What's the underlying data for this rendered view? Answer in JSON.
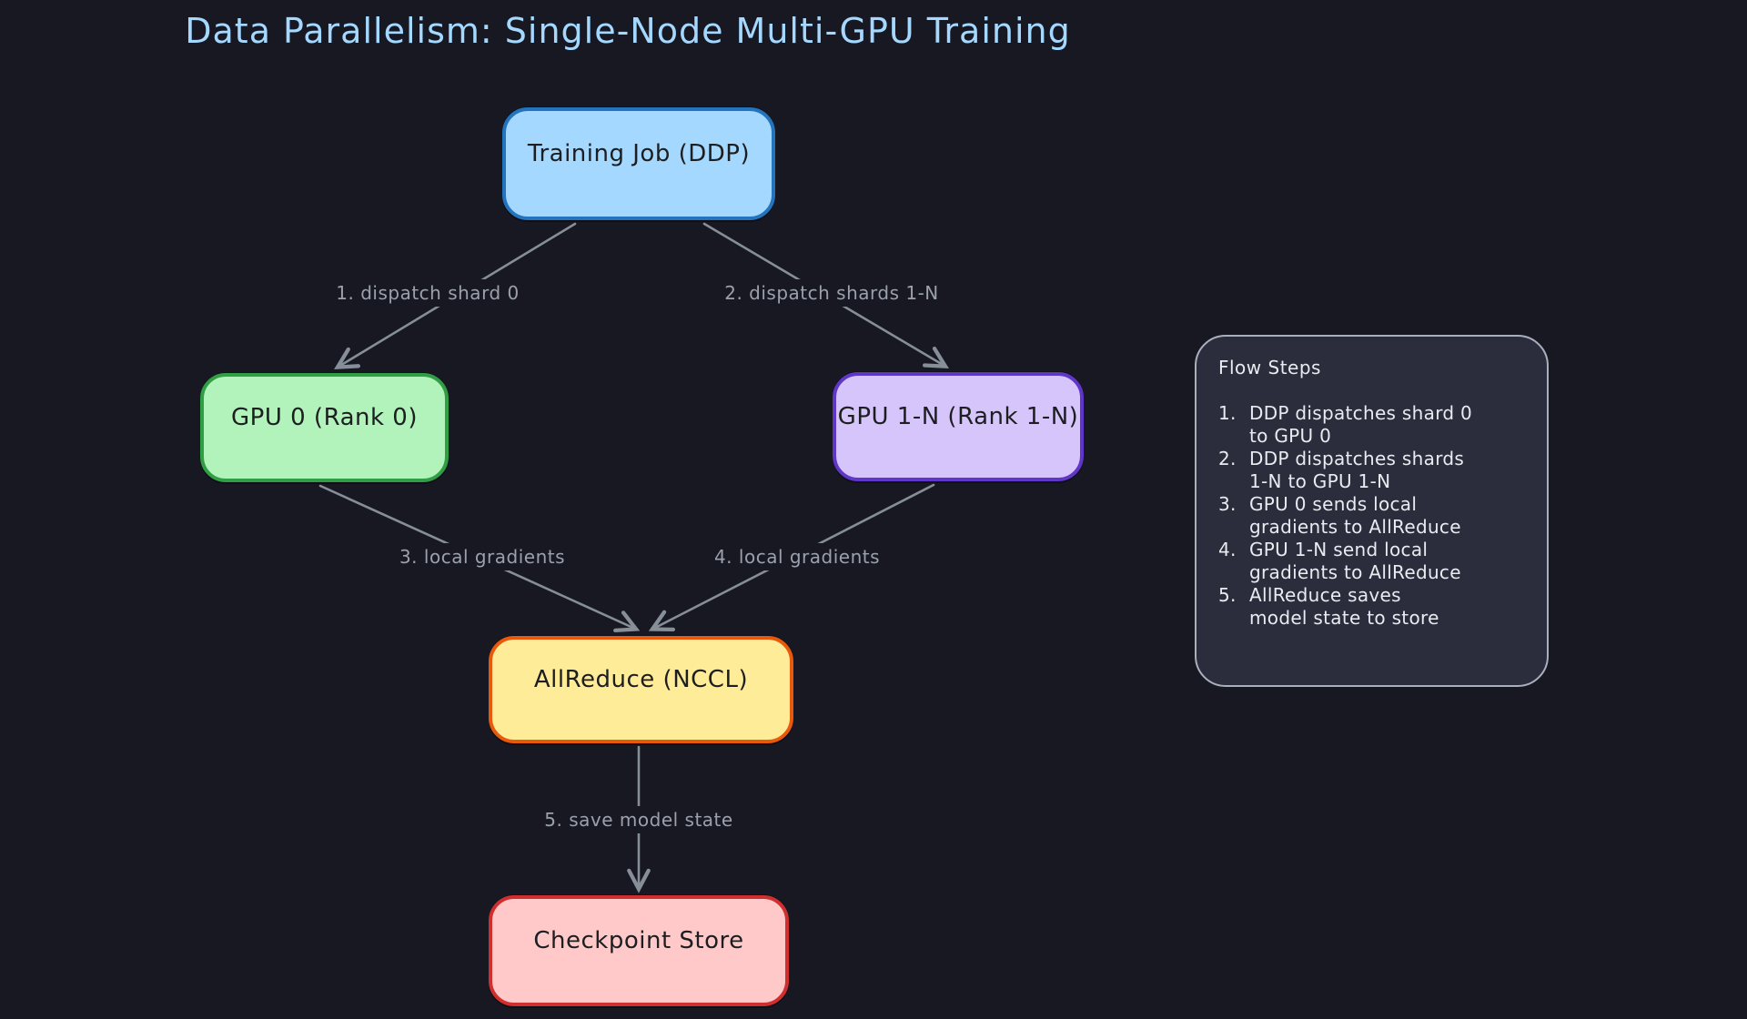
{
  "title": "Data Parallelism: Single-Node Multi-GPU Training",
  "nodes": {
    "training": {
      "label": "Training Job (DDP)",
      "fill": "#a5d8ff",
      "stroke": "#2374bd"
    },
    "gpu0": {
      "label": "GPU 0 (Rank 0)",
      "fill": "#b2f2bb",
      "stroke": "#2f9e44"
    },
    "gpu1n": {
      "label": "GPU 1-N (Rank 1-N)",
      "fill": "#d5c5fa",
      "stroke": "#6036c9"
    },
    "allreduce": {
      "label": "AllReduce (NCCL)",
      "fill": "#ffec99",
      "stroke": "#e8590c"
    },
    "checkpoint": {
      "label": "Checkpoint Store",
      "fill": "#ffc9c9",
      "stroke": "#cf2f2f"
    }
  },
  "edges": [
    {
      "label": "1. dispatch shard 0"
    },
    {
      "label": "2. dispatch shards 1-N"
    },
    {
      "label": "3. local gradients"
    },
    {
      "label": "4. local gradients"
    },
    {
      "label": "5. save model state"
    }
  ],
  "panel": {
    "title": "Flow Steps",
    "steps": [
      {
        "num": "1.",
        "text": "DDP dispatches shard 0\nto GPU 0"
      },
      {
        "num": "2.",
        "text": "DDP dispatches shards\n1-N to GPU 1-N"
      },
      {
        "num": "3.",
        "text": "GPU 0 sends local\ngradients to AllReduce"
      },
      {
        "num": "4.",
        "text": "GPU 1-N send local\ngradients to AllReduce"
      },
      {
        "num": "5.",
        "text": "AllReduce saves\nmodel state to store"
      }
    ]
  },
  "colors": {
    "background": "#171822",
    "title_text": "#a5d8ff",
    "edge_line": "#868e98",
    "edge_label_text": "#9aa1ac",
    "node_text": "#1d1e20",
    "panel_bg": "#2c2d3c",
    "panel_border": "#a9b0bd",
    "panel_text": "#e9ebf1"
  }
}
